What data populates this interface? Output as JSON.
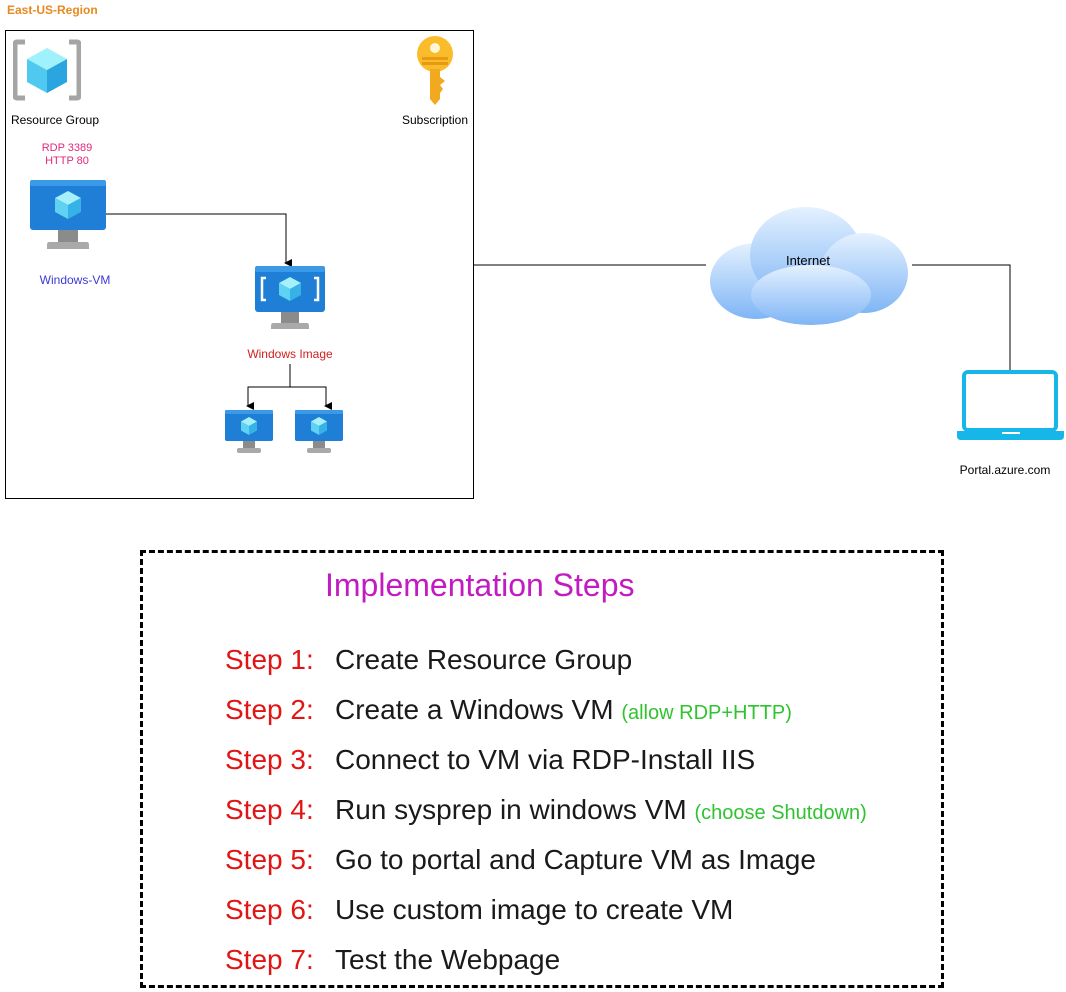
{
  "region": {
    "title": "East-US-Region"
  },
  "resource_group": {
    "label": "Resource Group",
    "icon": "resource-group-icon"
  },
  "subscription": {
    "label": "Subscription",
    "icon": "key-icon"
  },
  "ports": {
    "line1": "RDP 3389",
    "line2": "HTTP 80"
  },
  "windows_vm": {
    "label": "Windows-VM",
    "icon": "virtual-machine-icon"
  },
  "windows_image": {
    "label": "Windows Image",
    "icon": "vm-image-icon"
  },
  "internet": {
    "label": "Internet",
    "icon": "cloud-icon"
  },
  "portal": {
    "label": "Portal.azure.com",
    "icon": "laptop-icon"
  },
  "steps": {
    "title": "Implementation Steps",
    "items": [
      {
        "num": "Step 1:",
        "text": "Create Resource Group",
        "note": ""
      },
      {
        "num": "Step 2:",
        "text": "Create a Windows VM",
        "note": "(allow RDP+HTTP)"
      },
      {
        "num": "Step 3:",
        "text": "Connect to VM via RDP-Install IIS",
        "note": ""
      },
      {
        "num": "Step 4:",
        "text": "Run sysprep in windows VM",
        "note": "(choose Shutdown)"
      },
      {
        "num": "Step 5:",
        "text": "Go to portal and Capture VM as Image",
        "note": ""
      },
      {
        "num": "Step 6:",
        "text": "Use custom image to create VM",
        "note": ""
      },
      {
        "num": "Step 7:",
        "text": "Test the Webpage",
        "note": ""
      }
    ]
  },
  "colors": {
    "region_title": "#e8891d",
    "ports": "#e0287c",
    "vm_label": "#3a3ad6",
    "image_label": "#d02020",
    "steps_title": "#c21bc2",
    "step_num": "#e01515",
    "step_note": "#2fc42f"
  }
}
